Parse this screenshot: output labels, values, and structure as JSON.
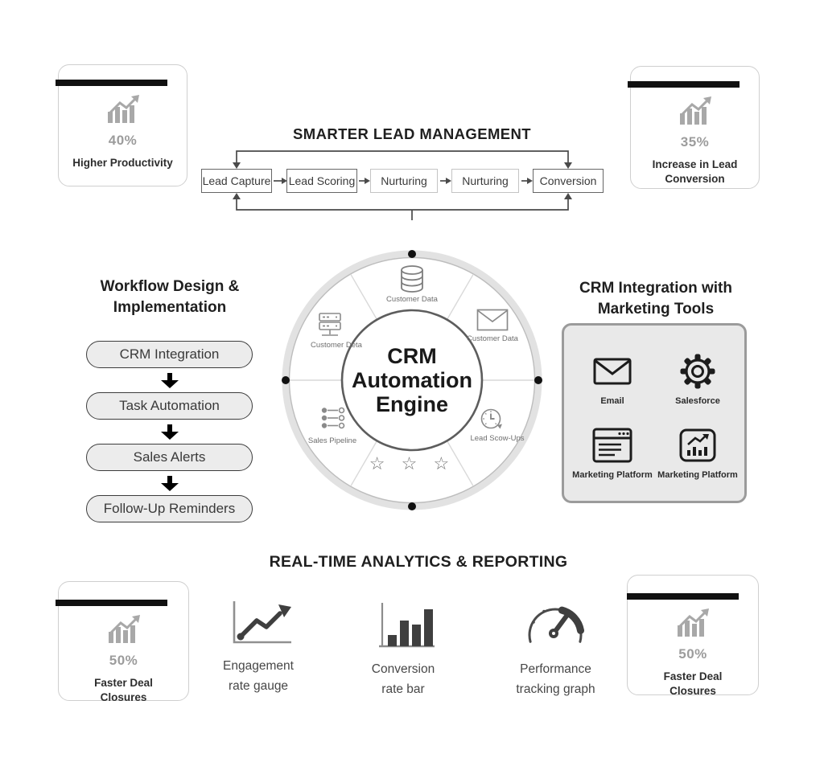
{
  "colors": {
    "bar_black": "#111111",
    "pct_gray": "#9c9c9c",
    "panel_fill": "#e9e9e9",
    "pill_fill": "#ececec",
    "icon_gray": "#a8a8a8",
    "icon_dark": "#3f3f3f"
  },
  "stat_cards": [
    {
      "id": "top-left",
      "value": "40%",
      "label": "Higher Productivity"
    },
    {
      "id": "top-right",
      "value": "35%",
      "label": "Increase in Lead Conversion"
    },
    {
      "id": "bottom-left",
      "value": "50%",
      "label": "Faster Deal Closures"
    },
    {
      "id": "bottom-right",
      "value": "50%",
      "label": "Faster Deal Closures"
    }
  ],
  "lead_management": {
    "title": "SMARTER LEAD MANAGEMENT",
    "steps": [
      "Lead Capture",
      "Lead Scoring",
      "Nurturing",
      "Nurturing",
      "Conversion"
    ]
  },
  "workflow": {
    "title": "Workflow Design & Implementation",
    "steps": [
      "CRM Integration",
      "Task Automation",
      "Sales Alerts",
      "Follow-Up Reminders"
    ]
  },
  "engine": {
    "center": "CRM Automation Engine",
    "stars": "☆ ☆ ☆",
    "segments": [
      {
        "icon": "database-icon",
        "label": "Customer Data"
      },
      {
        "icon": "envelope-icon",
        "label": "Customer Data"
      },
      {
        "icon": "server-icon",
        "label": "Customer Deta"
      },
      {
        "icon": "sales-pipeline-icon",
        "label": "Sales Pipeline"
      },
      {
        "icon": "clock-icon",
        "label": "Lead Scow-Ups"
      }
    ]
  },
  "integration": {
    "title": "CRM Integration with Marketing Tools",
    "tools": [
      {
        "icon": "email-icon",
        "label": "Email"
      },
      {
        "icon": "gear-icon",
        "label": "Salesforce"
      },
      {
        "icon": "browser-icon",
        "label": "Marketing Platform"
      },
      {
        "icon": "chart-square-icon",
        "label": "Marketing Platform"
      }
    ]
  },
  "analytics": {
    "title": "REAL-TIME ANALYTICS & REPORTING",
    "items": [
      {
        "icon": "line-chart-icon",
        "line1": "Engagement",
        "line2": "rate gauge"
      },
      {
        "icon": "bar-chart-icon",
        "line1": "Conversion",
        "line2": "rate bar"
      },
      {
        "icon": "gauge-icon",
        "line1": "Performance",
        "line2": "tracking graph"
      }
    ]
  }
}
